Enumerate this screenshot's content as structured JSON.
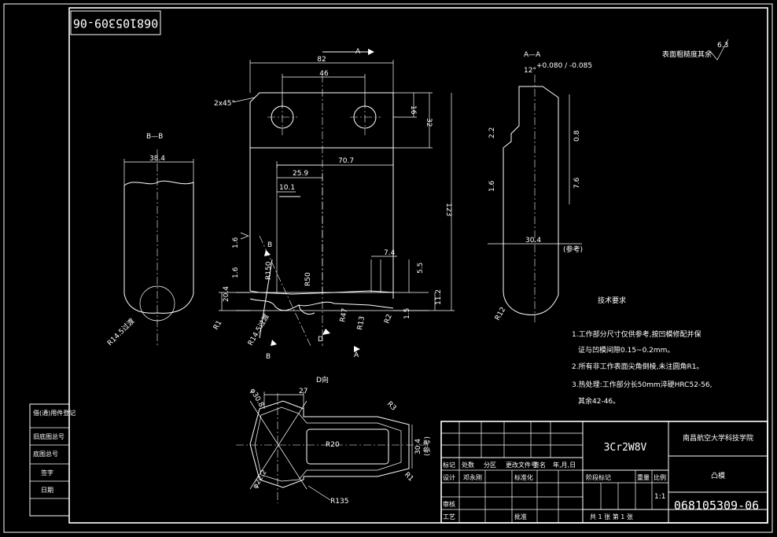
{
  "drawing": {
    "number_rotated": "068105309-06",
    "number": "068105309-06",
    "material": "3Cr2W8V",
    "school": "南昌航空大学科技学院",
    "part_name": "凸模",
    "scale": "1:1",
    "sheet_info": "共 1 张  第 1 张",
    "roughness_note": "表面粗糙度其余",
    "roughness_value": "6.3"
  },
  "views": {
    "section_bb": "B—B",
    "section_aa": "A—A",
    "view_d": "D向",
    "cut_a_top": "A",
    "cut_a_bottom": "A",
    "cut_b_top": "B",
    "cut_b_bottom": "B",
    "cut_d": "D"
  },
  "dims": {
    "width82": "82",
    "dist46": "46",
    "chamfer": "2x45°",
    "h16": "16",
    "h32": "32",
    "h123": "123",
    "d70_7": "70.7",
    "d25_9": "25.9",
    "d10_1": "10.1",
    "d7_4": "7.4",
    "d5_5": "5.5",
    "d11_2": "11.2",
    "d1_5": "1.5",
    "r150": "R150",
    "r50": "R50",
    "r13": "R13",
    "r47": "R47",
    "r2": "R2",
    "d38_4": "38.4",
    "aa_top": "12°",
    "aa_tol": "+0.080 / -0.085",
    "aa_30": "30.4",
    "ref": "(参考)",
    "r12": "R12",
    "d27": "27",
    "r135": "R135",
    "r20": "R20",
    "r3": "R3",
    "d30_4": "30.4",
    "ref2": "(参考)",
    "phi22": "φ22.2",
    "phi30": "φ30.8",
    "rough16a": "1.6",
    "rough16b": "1.6",
    "rough16c": "1.6",
    "rough08": "0.8"
  },
  "requirements": {
    "title": "技术要求",
    "line1": "1.工作部分尺寸仅供参考,按凹模修配并保",
    "line2": "证与凹模间隙0.15~0.2mm。",
    "line3": "2.所有非工作表面尖角倒棱,未注圆角R1。",
    "line4": "3.热处理:工作部分长50mm淬硬HRC52-56,",
    "line5": "其余42-46。"
  },
  "title_block": {
    "h_mark": "标记",
    "h_count": "处数",
    "h_zone": "分区",
    "h_doc": "更改文件号",
    "h_sign": "签名",
    "h_date": "年,月,日",
    "r_design": "设计",
    "r_designer": "邓永刚",
    "r_std": "标准化",
    "r_review": "审核",
    "r_process": "工艺",
    "r_approve": "批准",
    "h_stage": "阶段标记",
    "h_weight": "重量",
    "h_scale": "比例"
  },
  "side_block": {
    "r1": "借(通)用件登记",
    "r2": "旧底图总号",
    "r3": "底图总号",
    "r4": "签字",
    "r5": "日期"
  }
}
